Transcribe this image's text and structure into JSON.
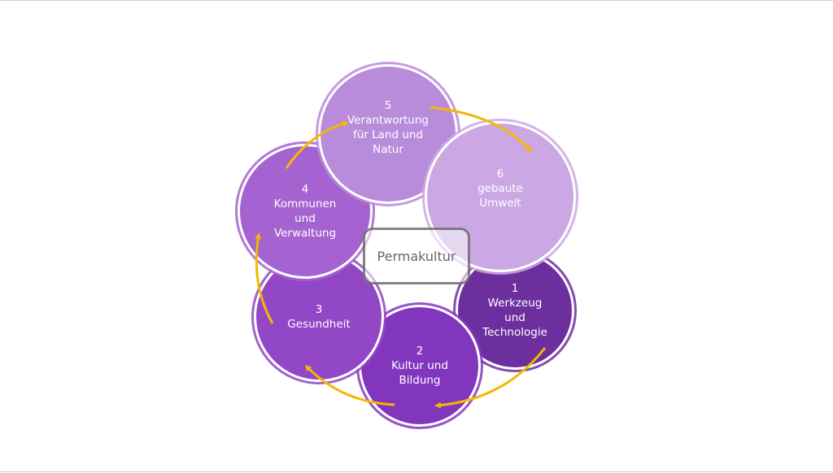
{
  "center": {
    "label": "Permakultur"
  },
  "nodes": [
    {
      "number": "1",
      "label": "Werkzeug und Technologie",
      "lines": [
        "Werkzeug",
        "und",
        "Technologie"
      ],
      "color": "#6e2f9e"
    },
    {
      "number": "2",
      "label": "Kultur und Bildung",
      "lines": [
        "Kultur und",
        "Bildung"
      ],
      "color": "#8236be"
    },
    {
      "number": "3",
      "label": "Gesundheit",
      "lines": [
        "Gesundheit"
      ],
      "color": "#9147c6"
    },
    {
      "number": "4",
      "label": "Kommunen und Verwaltung",
      "lines": [
        "Kommunen",
        "und",
        "Verwaltung"
      ],
      "color": "#a463d0"
    },
    {
      "number": "5",
      "label": "Verantwortung für Land und Natur",
      "lines": [
        "Verantwortung",
        "für Land und",
        "Natur"
      ],
      "color": "#b98bdb"
    },
    {
      "number": "6",
      "label": "gebaute Umwelt",
      "lines": [
        "gebaute",
        "Umwelt"
      ],
      "color": "#cba8e3"
    }
  ],
  "arrow_color": "#f5b800"
}
